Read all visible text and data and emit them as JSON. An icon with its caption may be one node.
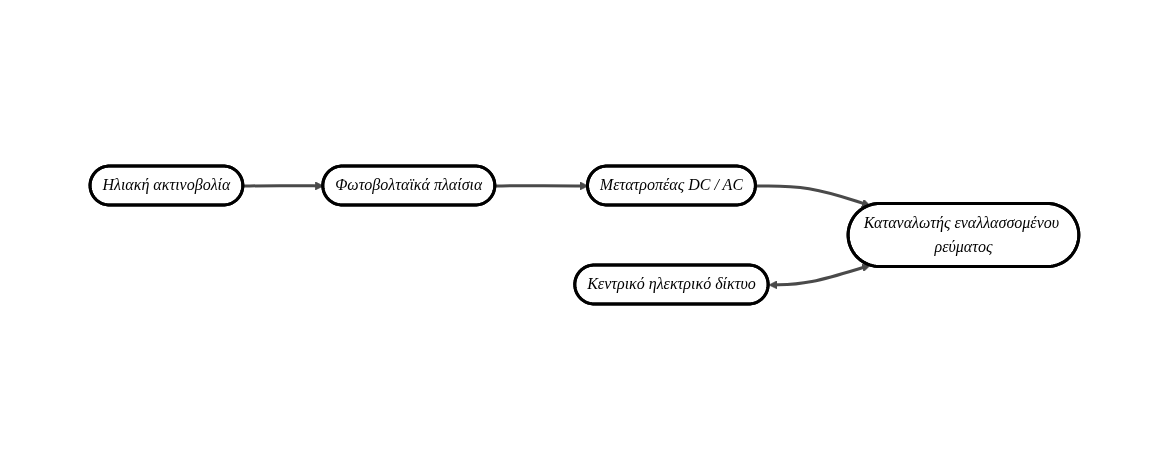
{
  "diagram": {
    "nodes": [
      {
        "text": [
          "Ηλιακή ακτινοβολία"
        ]
      },
      {
        "text": [
          "Φωτοβολταϊκά πλαίσια"
        ]
      },
      {
        "text": [
          "Μετατροπέας DC / AC"
        ]
      },
      {
        "text": [
          "Κεντρικό ηλεκτρικό δίκτυο"
        ]
      },
      {
        "text": [
          "Καταναλωτής εναλλασσομένου ρεύματος"
        ]
      }
    ],
    "edges": [
      {
        "from": 0,
        "to": 1,
        "arrow": "to"
      },
      {
        "from": 1,
        "to": 2,
        "arrow": "to"
      },
      {
        "from": 2,
        "to": 4,
        "arrow": "to"
      },
      {
        "from": 3,
        "to": 4,
        "arrow": "both"
      }
    ]
  }
}
